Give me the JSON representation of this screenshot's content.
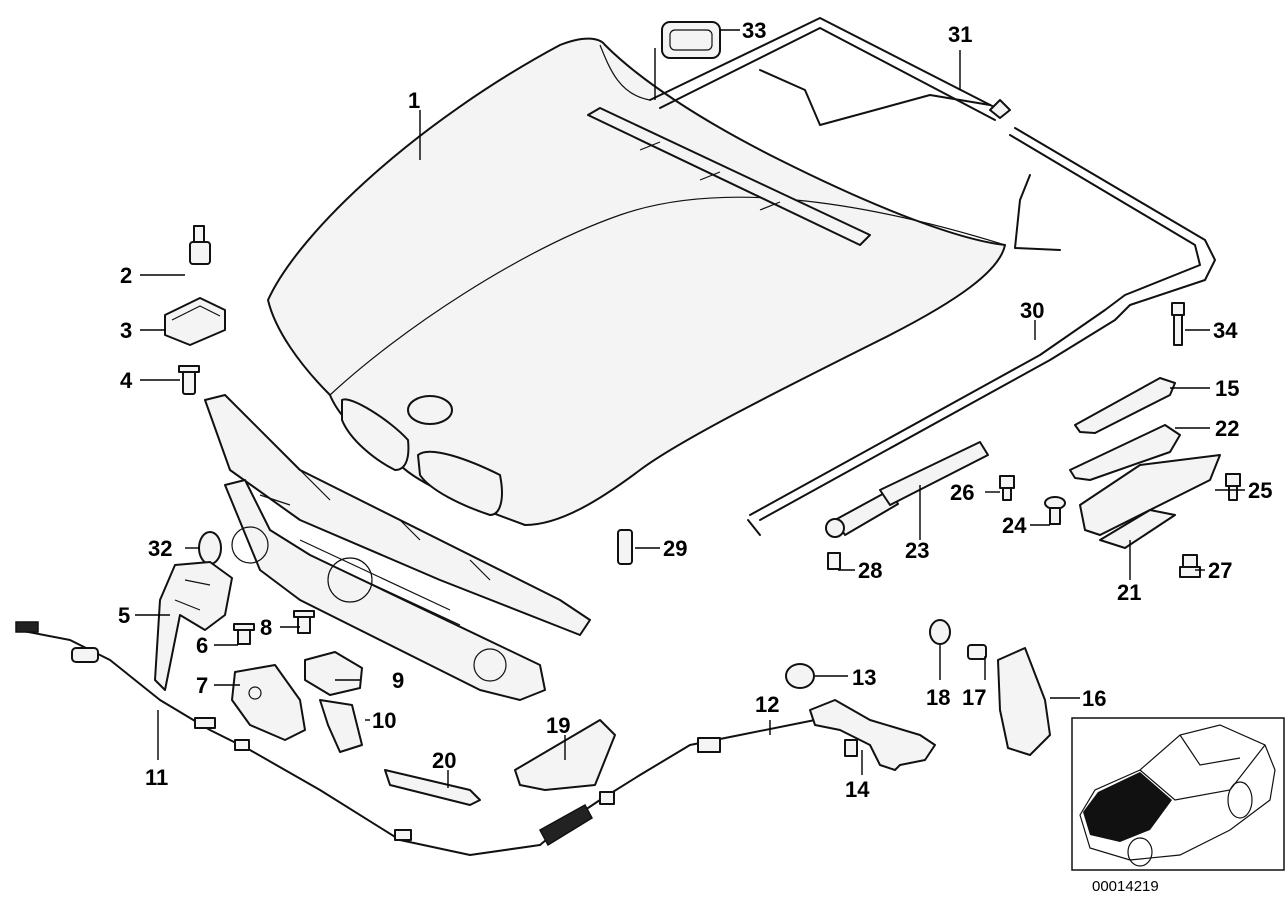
{
  "callouts": {
    "c1": "1",
    "c2": "2",
    "c3": "3",
    "c4": "4",
    "c5": "5",
    "c6": "6",
    "c7": "7",
    "c8": "8",
    "c9": "9",
    "c10": "10",
    "c11": "11",
    "c12": "12",
    "c13": "13",
    "c14": "14",
    "c15": "15",
    "c16": "16",
    "c17": "17",
    "c18": "18",
    "c19": "19",
    "c20": "20",
    "c21": "21",
    "c22": "22",
    "c23": "23",
    "c24": "24",
    "c25": "25",
    "c26": "26",
    "c27": "27",
    "c28": "28",
    "c29": "29",
    "c30": "30",
    "c31": "31",
    "c32": "32",
    "c33": "33",
    "c34": "34"
  },
  "diagram_code": "00014219"
}
